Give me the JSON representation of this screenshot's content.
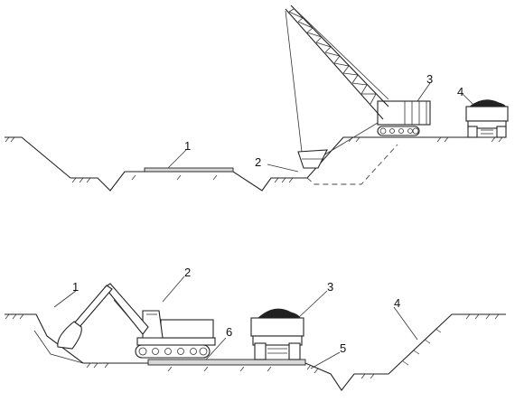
{
  "top_diagram": {
    "labels": {
      "base_pad": "1",
      "dragline_bucket": "2",
      "dragline_excavator": "3",
      "dump_truck": "4"
    }
  },
  "bottom_diagram": {
    "labels": {
      "trench_slope": "1",
      "excavator": "2",
      "dump_truck": "3",
      "side_slope": "4",
      "ditch": "5",
      "base_pad": "6"
    }
  },
  "colors": {
    "line": "#222222",
    "pad_fill": "#d8d8d8",
    "background": "#ffffff"
  }
}
